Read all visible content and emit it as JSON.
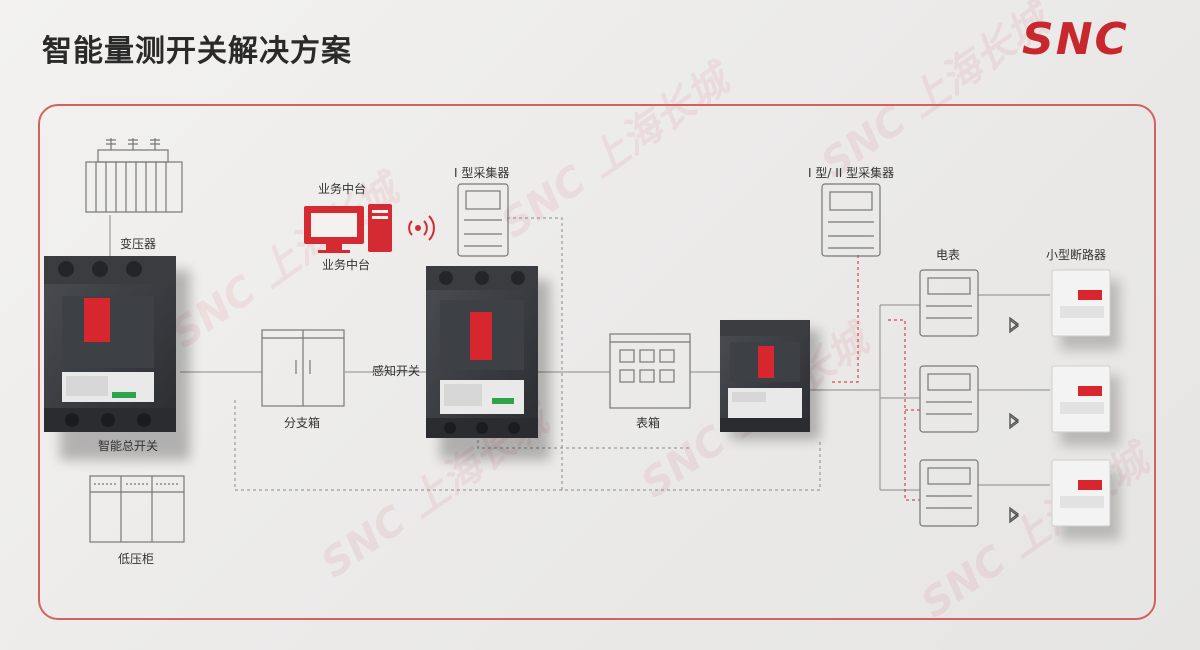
{
  "title": "智能量测开关解决方案",
  "brand": "SNC",
  "watermark": "SNC 上海长城",
  "labels": {
    "transformer": "变压器",
    "main_switch": "智能总开关",
    "low_voltage_cabinet": "低压柜",
    "business_platform_top": "业务中台",
    "business_platform_bottom": "业务中台",
    "branch_box": "分支箱",
    "sensing_switch": "感知开关",
    "collector_type1": "I 型采集器",
    "meter_box": "表箱",
    "collector_type12": "I 型/ II 型采集器",
    "electric_meter": "电表",
    "mini_breaker": "小型断路器"
  },
  "colors": {
    "accent": "#c8272d",
    "panel_border": "#d3625e",
    "line": "#8a8a8a",
    "dashed_red": "#c8272d"
  }
}
